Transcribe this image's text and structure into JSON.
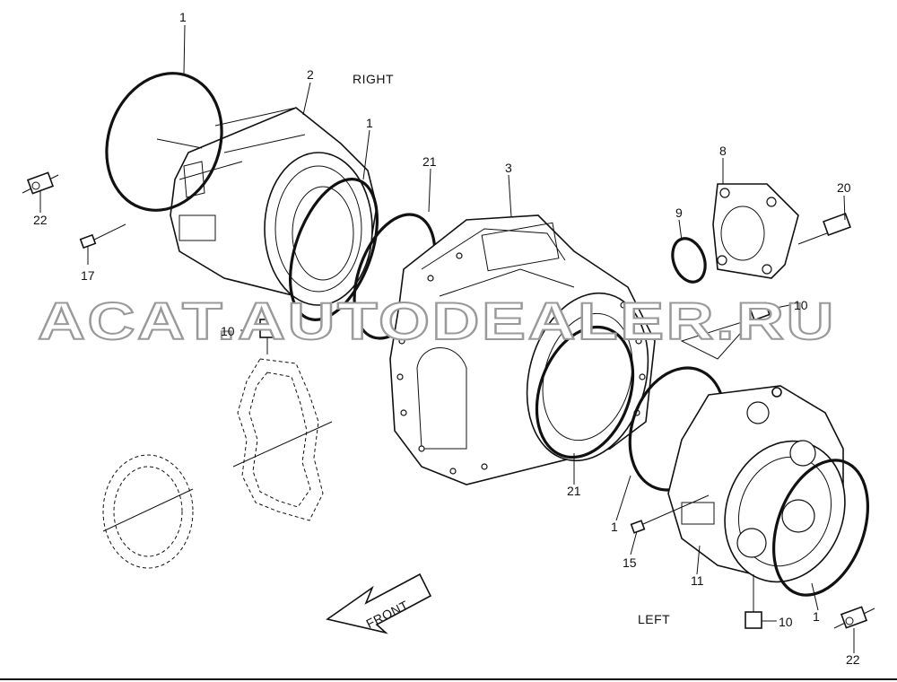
{
  "labels": {
    "right": "RIGHT",
    "left": "LEFT",
    "front": "FRONT"
  },
  "watermark": "ACAT.AUTODEALER.RU",
  "callouts": {
    "ring_top_left": "1",
    "housing_right": "2",
    "ring_mid_top": "1",
    "gasket_top": "21",
    "center_housing": "3",
    "flange_cover": "8",
    "o_ring_small": "9",
    "bolt": "20",
    "plug_left": "22",
    "nipple_left": "17",
    "plug_mid_left": "10",
    "plug_mid_right": "10",
    "gasket_bottom": "21",
    "ring_bottom_mid": "1",
    "nipple_bottom": "15",
    "housing_left": "11",
    "plug_bottom": "10",
    "ring_bottom_right": "1",
    "plug_bottom_right": "22"
  },
  "colors": {
    "line": "#111111",
    "watermark_outline": "#9a9a9a",
    "background": "#ffffff"
  }
}
